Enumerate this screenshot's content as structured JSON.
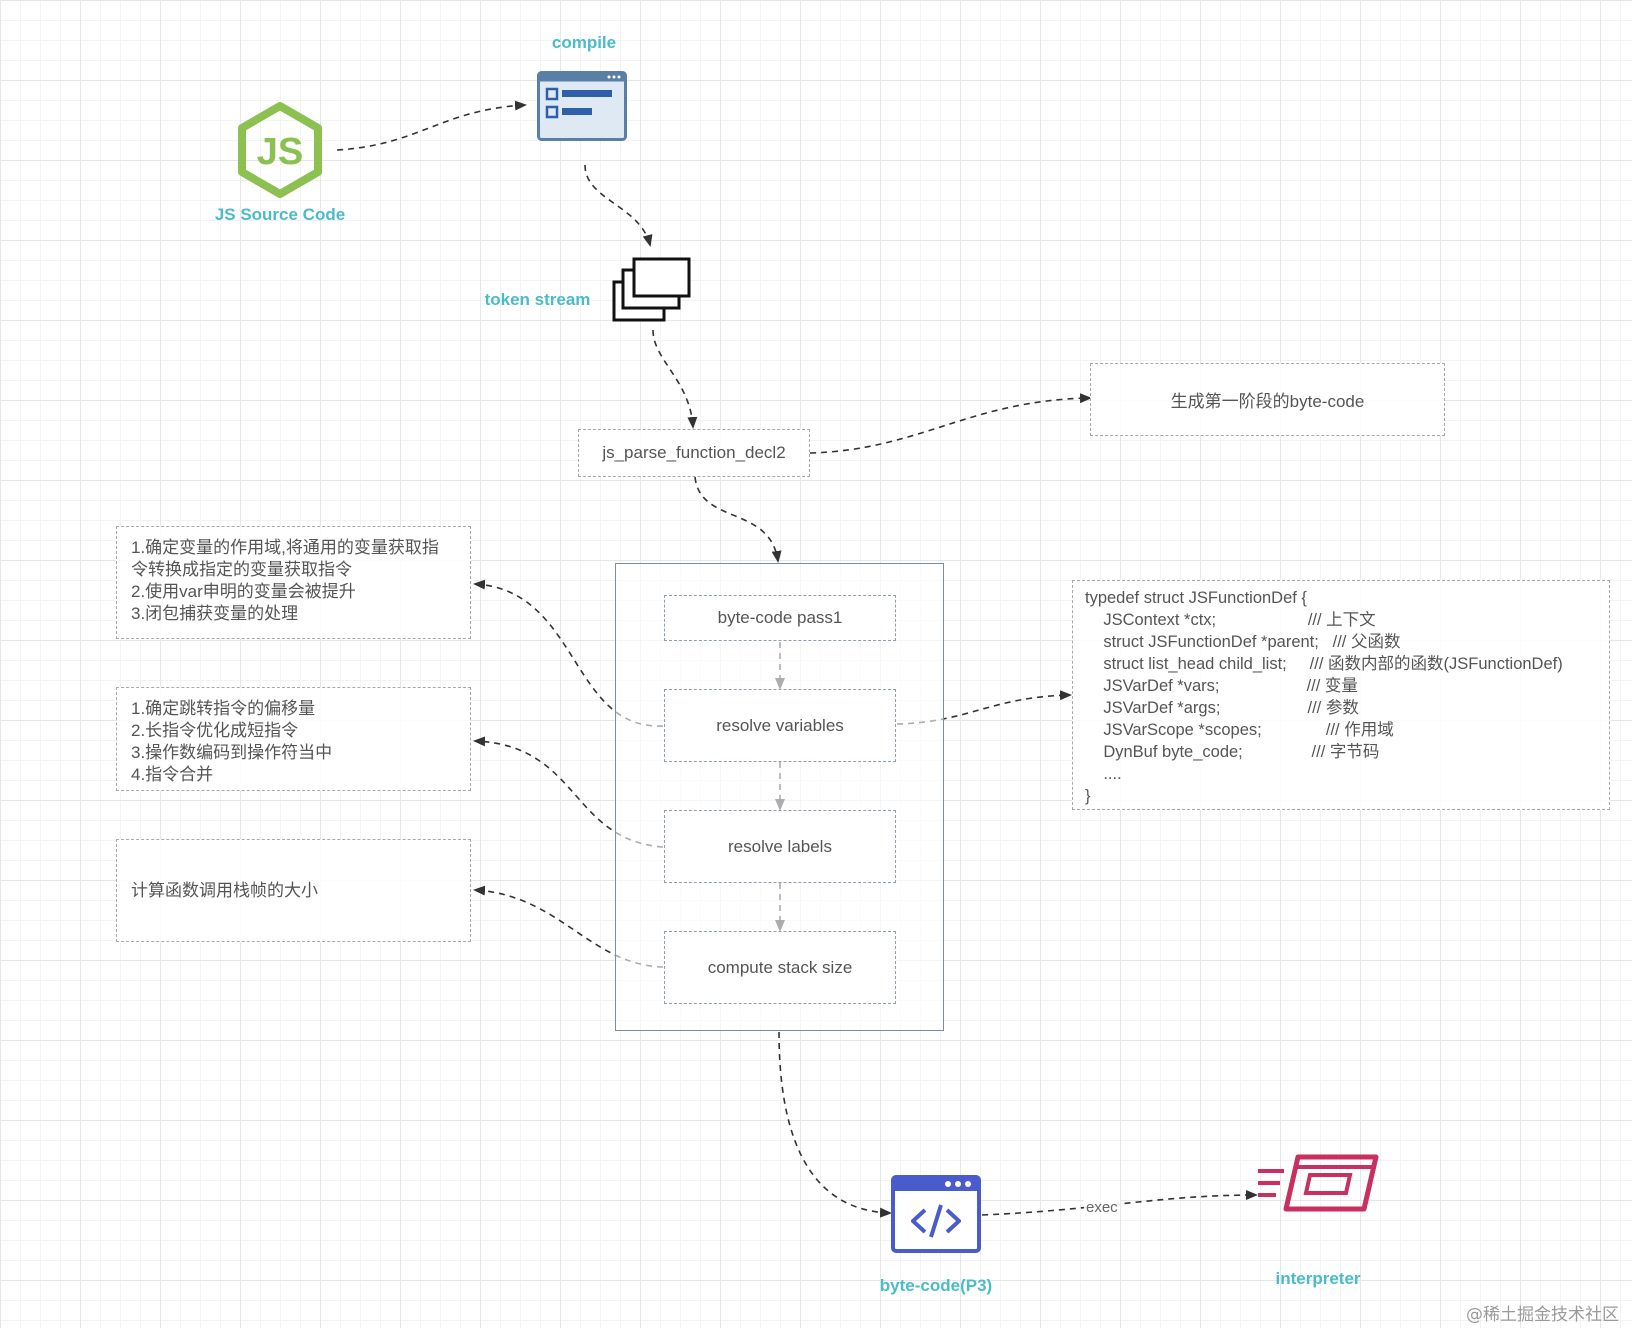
{
  "nodes": {
    "compile": "compile",
    "js_source": "JS Source Code",
    "token_stream": "token stream",
    "parse_decl": "js_parse_function_decl2",
    "first_stage": "生成第一阶段的byte-code",
    "pass1": "byte-code pass1",
    "resolve_variables": "resolve variables",
    "resolve_labels": "resolve labels",
    "compute_stack": "compute stack size",
    "bytecode_p3": "byte-code(P3)",
    "interpreter": "interpreter",
    "exec": "exec"
  },
  "notes": {
    "variables": [
      "1.确定变量的作用域,将通用的变量获取指",
      "令转换成指定的变量获取指令",
      "2.使用var申明的变量会被提升",
      "3.闭包捕获变量的处理"
    ],
    "labels": [
      "1.确定跳转指令的偏移量",
      "2.长指令优化成短指令",
      "3.操作数编码到操作符当中",
      "4.指令合并"
    ],
    "stack": "计算函数调用栈帧的大小"
  },
  "code": [
    "typedef struct JSFunctionDef {",
    "    JSContext *ctx;                    /// 上下文",
    "    struct JSFunctionDef *parent;   /// 父函数",
    "    struct list_head child_list;     /// 函数内部的函数(JSFunctionDef)",
    "    JSVarDef *vars;                   /// 变量",
    "    JSVarDef *args;                   /// 参数",
    "    JSVarScope *scopes;              /// 作用域",
    "    DynBuf byte_code;               /// 字节码",
    "    ....",
    "}"
  ],
  "credit": "@稀土掘金技术社区",
  "colors": {
    "label_teal": "#4bbcc7",
    "node_green": "#8cc152",
    "bytecode_blue": "#4a5ccc",
    "interpreter_pink": "#c7305f",
    "compile_blue": "#2f5fa8"
  },
  "icons": {
    "compile": "browser-window-icon",
    "js_source": "nodejs-hexagon-icon",
    "token_stream": "stacked-windows-icon",
    "bytecode": "code-window-icon",
    "interpreter": "fast-forward-panel-icon"
  }
}
